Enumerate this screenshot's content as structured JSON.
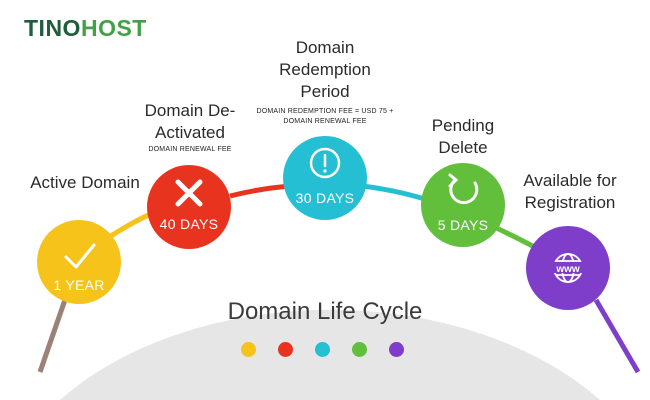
{
  "brand": {
    "part1": "TINO",
    "part2": "HOST"
  },
  "center": {
    "title": "Domain Life Cycle"
  },
  "stages": [
    {
      "title": "Active Domain",
      "duration": "1 YEAR",
      "color": "#f5c31a",
      "icon": "check-icon"
    },
    {
      "title": "Domain De-Activated",
      "note": "DOMAIN RENEWAL FEE",
      "duration": "40 DAYS",
      "color": "#e8341f",
      "icon": "cross-icon"
    },
    {
      "title": "Domain Redemption Period",
      "note": "DOMAIN REDEMPTION FEE = USD 75 + DOMAIN RENEWAL FEE",
      "duration": "30 DAYS",
      "color": "#25bfd3",
      "icon": "exclamation-icon"
    },
    {
      "title": "Pending Delete",
      "duration": "5 DAYS",
      "color": "#62bf3c",
      "icon": "refresh-icon"
    },
    {
      "title": "Available for Registration",
      "color": "#7e3ec9",
      "icon": "globe-icon"
    }
  ],
  "palette": {
    "brown": "#9a8278",
    "dome": "#e6e6e6"
  }
}
